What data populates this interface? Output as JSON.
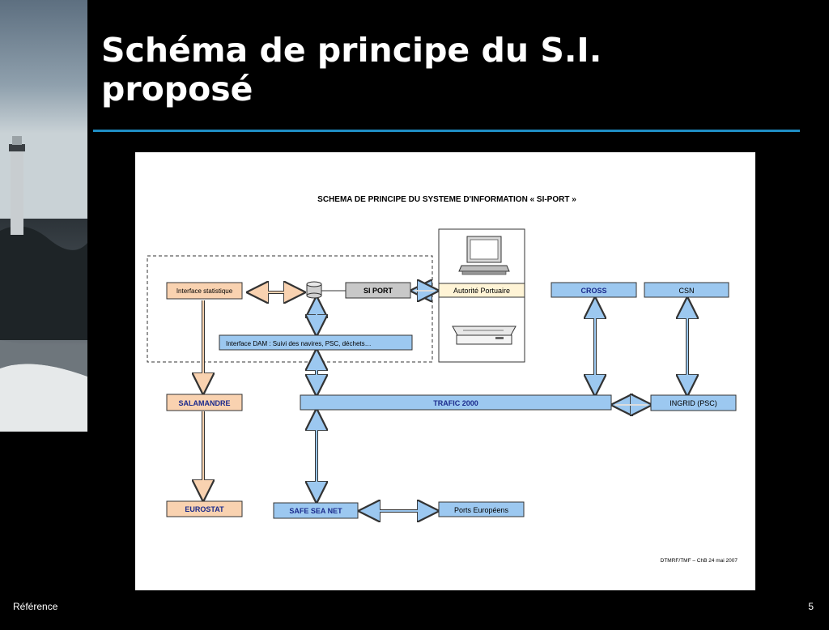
{
  "slide": {
    "title_line1": "Schéma de principe du S.I.",
    "title_line2": "proposé",
    "footer_left": "Référence",
    "page_number": "5"
  },
  "diagram": {
    "heading": "SCHEMA DE PRINCIPE DU  SYSTEME D'INFORMATION « SI-PORT »",
    "nodes": {
      "interface_stat": "Interface statistique",
      "si_port": "SI PORT",
      "autorite": "Autorité Portuaire",
      "cross": "CROSS",
      "csn": "CSN",
      "interface_dam": "Interface DAM : Suivi des navires, PSC,  déchets…",
      "salamandre": "SALAMANDRE",
      "trafic": "TRAFIC 2000",
      "ingrid": "INGRID (PSC)",
      "eurostat": "EUROSTAT",
      "safe_sea_net": "SAFE SEA NET",
      "ports_europeens": "Ports Européens"
    },
    "credit": "DTMRF/TMF – ChB 24 mai 2007"
  },
  "colors": {
    "accent_line": "#1f8ec4",
    "blue_box": "#9cc8f0",
    "orange_box": "#f9d2b0",
    "gray_box": "#c8c8c8",
    "navy_text": "#1a2a8c"
  }
}
